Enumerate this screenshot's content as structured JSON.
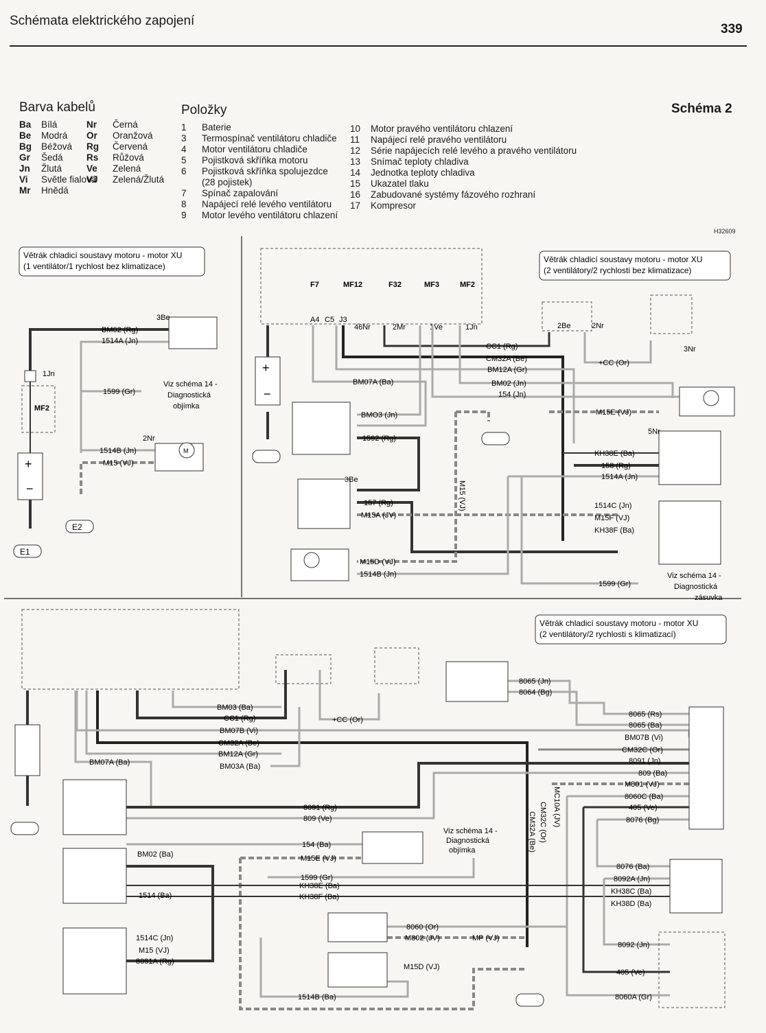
{
  "page": {
    "title": "Schémata elektrického zapojení",
    "number": "339",
    "schema_label": "Schéma 2",
    "code": "H32609"
  },
  "legend": {
    "colors_heading": "Barva kabelů",
    "colors_col1": [
      [
        "Ba",
        "Bílá"
      ],
      [
        "Be",
        "Modrá"
      ],
      [
        "Bg",
        "Béžová"
      ],
      [
        "Gr",
        "Šedá"
      ],
      [
        "Jn",
        "Žlutá"
      ],
      [
        "Vi",
        "Světle fialová"
      ],
      [
        "Mr",
        "Hnědá"
      ]
    ],
    "colors_col2": [
      [
        "Nr",
        "Černá"
      ],
      [
        "Or",
        "Oranžová"
      ],
      [
        "Rg",
        "Červená"
      ],
      [
        "Rs",
        "Růžová"
      ],
      [
        "Ve",
        "Zelená"
      ],
      [
        "VJ",
        "Zelená/Žlutá"
      ]
    ],
    "items_heading": "Položky",
    "items_col1": [
      [
        "1",
        "Baterie"
      ],
      [
        "3",
        "Termospínač ventilátoru chladiče"
      ],
      [
        "4",
        "Motor ventilátoru chladiče"
      ],
      [
        "5",
        "Pojistková skříňka motoru"
      ],
      [
        "6",
        "Pojistková skříňka spolujezdce"
      ],
      [
        "",
        "(28 pojistek)"
      ],
      [
        "7",
        "Spínač zapalování"
      ],
      [
        "8",
        "Napájecí relé levého ventilátoru"
      ],
      [
        "9",
        "Motor levého ventilátoru chlazení"
      ]
    ],
    "items_col2": [
      [
        "10",
        "Motor pravého ventilátoru chlazení"
      ],
      [
        "11",
        "Napájecí relé pravého ventilátoru"
      ],
      [
        "12",
        "Série napájecích relé levého a pravého ventilátoru"
      ],
      [
        "13",
        "Snímač teploty chladiva"
      ],
      [
        "14",
        "Jednotka teploty chladiva"
      ],
      [
        "15",
        "Ukazatel tlaku"
      ],
      [
        "16",
        "Zabudované systémy fázového rozhraní"
      ],
      [
        "17",
        "Kompresor"
      ]
    ]
  },
  "diagram1": {
    "caption": [
      "Větrák chladicí soustavy motoru - motor XU",
      "(1 ventilátor/1 rychlost bez klimatizace)"
    ],
    "labels": [
      "BM02 (Rg)",
      "1514A (Jn)",
      "1599 (Gr)",
      "1514B (Jn)",
      "M15 (VJ)",
      "3Be",
      "1Jn",
      "2Nr",
      "MF2",
      "E1",
      "E2"
    ],
    "note": [
      "Viz schéma 14 -",
      "Diagnostická",
      "objímka"
    ]
  },
  "diagram2": {
    "caption": [
      "Větrák chladicí soustavy motoru - motor XU",
      "(2 ventilátory/2 rychlosti bez klimatizace)"
    ],
    "fuses": [
      "F7",
      "MF12",
      "F32",
      "MF3",
      "MF2"
    ],
    "connectors": [
      "A4",
      "C5",
      "J3",
      "46Nr",
      "2Mr",
      "1Ve",
      "1Jn",
      "2Be",
      "2Nr",
      "3Nr",
      "3Be",
      "5Nr"
    ],
    "wires": [
      "CC1 (Rg)",
      "CM32A (Be)",
      "BM12A (Gr)",
      "BM02 (Jn)",
      "154 (Jn)",
      "BM07A (Ba)",
      "+CC (Or)",
      "BMO3 (Jn)",
      "1592 (Rg)",
      "M15E (VJ)",
      "KH38E (Ba)",
      "158 (Rg)",
      "1514A (Jn)",
      "157 (Rg)",
      "M15A (JV)",
      "1514C (Jn)",
      "M15F (VJ)",
      "KH38F (Ba)",
      "M15D (VJ)",
      "1514B (Jn)",
      "1599 (Gr)",
      "M15 (VJ)"
    ],
    "note": [
      "Viz schéma 14 -",
      "Diagnostická",
      "zásuvka"
    ]
  },
  "diagram3": {
    "caption": [
      "Větrák chladicí soustavy motoru - motor XU",
      "(2 ventilátory/2 rychlosti s klimatizací)"
    ],
    "wires": [
      "BM03 (Ba)",
      "CC1 (Rg)",
      "BM07B (Vi)",
      "CM32A (Be)",
      "BM12A (Gr)",
      "BM03A (Ba)",
      "BM07A (Ba)",
      "+CC (Or)",
      "8065 (Jn)",
      "8064 (Bg)",
      "8065 (Rs)",
      "8065 (Ba)",
      "BM07B (Vi)",
      "CM32C (Or)",
      "8091 (Jn)",
      "809 (Ba)",
      "M801 (VJ)",
      "8060C (Ba)",
      "405 (Ve)",
      "8076 (Bg)",
      "8091 (Rg)",
      "809 (Ve)",
      "154 (Ba)",
      "BM02 (Ba)",
      "M15E (VJ)",
      "1599 (Gr)",
      "KH38E (Ba)",
      "KH38F (Ba)",
      "1514 (Ba)",
      "8076 (Ba)",
      "8092A (Jn)",
      "KH38C (Ba)",
      "KH38D (Ba)",
      "8060 (Or)",
      "M802 (JV)",
      "MP (VJ)",
      "1514C (Jn)",
      "M15 (VJ)",
      "8091A (Rg)",
      "M15D (VJ)",
      "8092 (Jn)",
      "405 (Ve)",
      "8060A (Gr)",
      "1514B (Ba)",
      "MC10A (JV)",
      "CM32C (Or)",
      "CM32A (Be)"
    ],
    "note": [
      "Viz schéma 14 -",
      "Diagnostická",
      "objímka"
    ]
  }
}
